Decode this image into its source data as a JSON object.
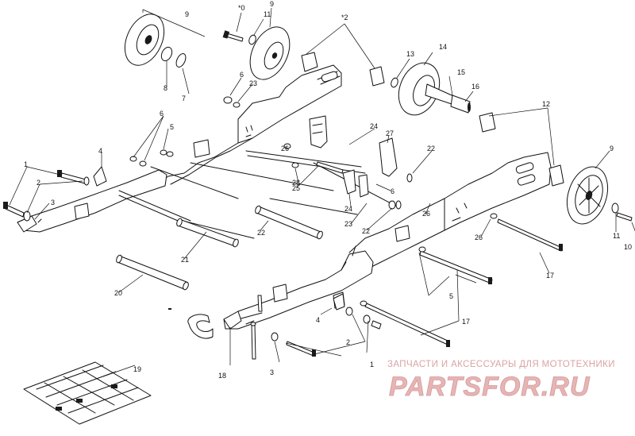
{
  "callouts": [
    {
      "id": "c9a",
      "text": "9"
    },
    {
      "id": "c10a",
      "text": "*0"
    },
    {
      "id": "c11a",
      "text": "11"
    },
    {
      "id": "c9b",
      "text": "9"
    },
    {
      "id": "c2a",
      "text": "*2"
    },
    {
      "id": "c13",
      "text": "13"
    },
    {
      "id": "c14",
      "text": "14"
    },
    {
      "id": "c15",
      "text": "15"
    },
    {
      "id": "c16",
      "text": "16"
    },
    {
      "id": "c8",
      "text": "8"
    },
    {
      "id": "c7",
      "text": "7"
    },
    {
      "id": "c6a",
      "text": "6"
    },
    {
      "id": "c23a",
      "text": "23"
    },
    {
      "id": "c12",
      "text": "12"
    },
    {
      "id": "c6b",
      "text": "6"
    },
    {
      "id": "c5a",
      "text": "5"
    },
    {
      "id": "c24a",
      "text": "24"
    },
    {
      "id": "c27",
      "text": "27"
    },
    {
      "id": "c4a",
      "text": "4"
    },
    {
      "id": "c26a",
      "text": "26"
    },
    {
      "id": "c22a",
      "text": "22"
    },
    {
      "id": "c9c",
      "text": "9"
    },
    {
      "id": "c1a",
      "text": "1"
    },
    {
      "id": "c28",
      "text": "28"
    },
    {
      "id": "c25",
      "text": "25"
    },
    {
      "id": "c2b",
      "text": "2"
    },
    {
      "id": "c3a",
      "text": "3"
    },
    {
      "id": "c6c",
      "text": "6"
    },
    {
      "id": "c24b",
      "text": "24"
    },
    {
      "id": "c23b",
      "text": "23"
    },
    {
      "id": "c22b",
      "text": "22"
    },
    {
      "id": "c26b",
      "text": "26"
    },
    {
      "id": "c11b",
      "text": "11"
    },
    {
      "id": "c10b",
      "text": "10"
    },
    {
      "id": "c26c",
      "text": "26"
    },
    {
      "id": "c22c",
      "text": "22"
    },
    {
      "id": "c21",
      "text": "21"
    },
    {
      "id": "c17a",
      "text": "17"
    },
    {
      "id": "c20",
      "text": "20"
    },
    {
      "id": "c5b",
      "text": "5"
    },
    {
      "id": "c4b",
      "text": "4"
    },
    {
      "id": "c17b",
      "text": "17"
    },
    {
      "id": "c2c",
      "text": "2"
    },
    {
      "id": "c1b",
      "text": "1"
    },
    {
      "id": "c18",
      "text": "18"
    },
    {
      "id": "c3b",
      "text": "3"
    },
    {
      "id": "c19",
      "text": "19"
    }
  ],
  "watermark": {
    "tagline": "ЗАПЧАСТИ И АКСЕССУАРЫ ДЛЯ МОТОТЕХНИКИ",
    "logo": "PARTSFOR.RU",
    "color": "#d9a3a3"
  }
}
